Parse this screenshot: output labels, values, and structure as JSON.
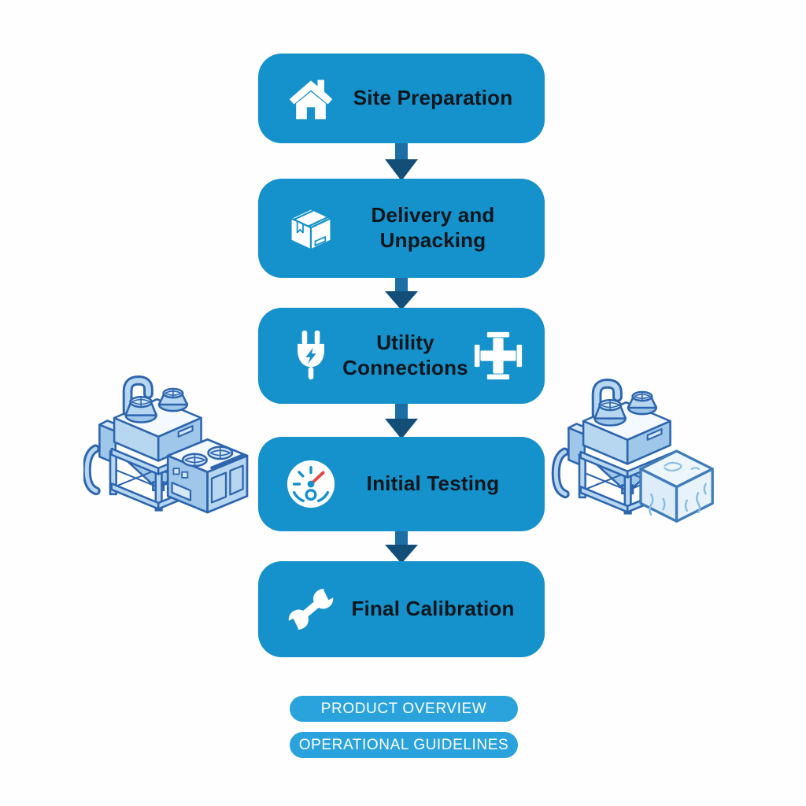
{
  "flowchart": {
    "steps": [
      {
        "label": "Site Preparation",
        "icon": "home"
      },
      {
        "label": "Delivery and Unpacking",
        "icon": "package"
      },
      {
        "label": "Utility Connections",
        "icon": "power-plug",
        "icon_right": "pipe-fitting"
      },
      {
        "label": "Initial Testing",
        "icon": "gauge"
      },
      {
        "label": "Final Calibration",
        "icon": "wrench"
      }
    ]
  },
  "footer_buttons": [
    {
      "label": "PRODUCT OVERVIEW"
    },
    {
      "label": "OPERATIONAL GUIDELINES"
    }
  ],
  "illustrations": {
    "left": "industrial-ice-machine-with-condenser-unit",
    "right": "industrial-ice-machine-with-ice-cube"
  },
  "colors": {
    "step_box": "#1591cb",
    "arrow_stem": "#1d6ea5",
    "arrow_head": "#134e79",
    "pill_button": "#2aa3dc",
    "step_text": "#0d161d",
    "button_text": "#ffffff",
    "il_outline": "#2d65ae",
    "il_light": "#b7d6f0",
    "il_mid": "#9ec7ea",
    "il_lighter": "#d6e8f7",
    "ice_outline": "#3f7cba",
    "ice_line": "#86bde3",
    "needle_red": "#e24646"
  }
}
